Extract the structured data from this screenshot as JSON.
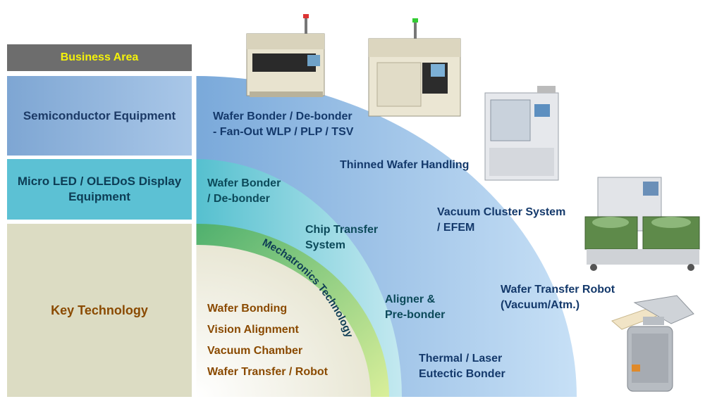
{
  "left_column": {
    "header": "Business Area",
    "semiconductor": "Semiconductor Equipment",
    "micro_led_line1": "Micro LED / OLEDoS Display",
    "micro_led_line2": "Equipment",
    "key_technology": "Key Technology"
  },
  "arc_labels": {
    "wafer_bonder_line1": "Wafer Bonder / De-bonder",
    "wafer_bonder_line2": "- Fan-Out WLP / PLP / TSV",
    "thinned_wafer": "Thinned Wafer Handling",
    "vacuum_cluster_line1": "Vacuum Cluster System",
    "vacuum_cluster_line2": "/ EFEM",
    "robot_line1": "Wafer Transfer Robot",
    "robot_line2": "(Vacuum/Atm.)",
    "micro_bonder_line1": "Wafer Bonder",
    "micro_bonder_line2": "/ De-bonder",
    "chip_transfer_line1": "Chip Transfer",
    "chip_transfer_line2": "System",
    "aligner_line1": "Aligner &",
    "aligner_line2": "Pre-bonder",
    "thermal_line1": "Thermal / Laser",
    "thermal_line2": "Eutectic Bonder",
    "mechatronics": "Mechatronics Technology"
  },
  "key_tech": {
    "items": [
      "Wafer Bonding",
      "Vision Alignment",
      "Vacuum Chamber",
      "Wafer Transfer / Robot"
    ]
  },
  "colors": {
    "header_bg": "#6d6d6d",
    "header_text": "#f4f20a",
    "semiconductor_band": "#8fb6e3",
    "display_band": "#5cc1d4",
    "mechatronics_band": "#8fd07a",
    "key_tech_bg": "#dcdcc3"
  }
}
